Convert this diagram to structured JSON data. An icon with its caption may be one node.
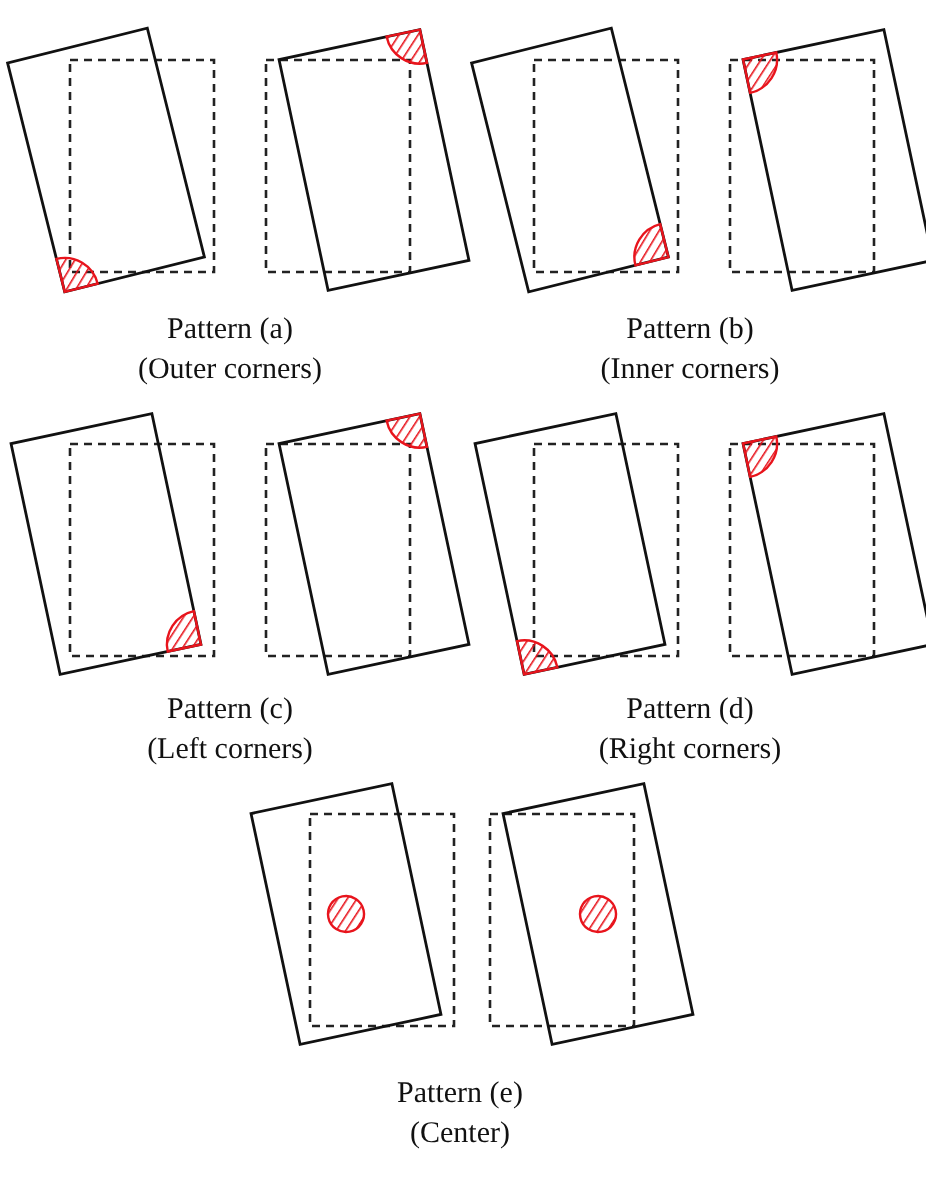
{
  "diagram": {
    "labels": [
      "Pattern (a)",
      "(Outer corners)",
      "Pattern (b)",
      "(Inner corners)",
      "Pattern (c)",
      "(Left corners)",
      "Pattern (d)",
      "(Right corners)",
      "Pattern (e)",
      "(Center)"
    ]
  }
}
